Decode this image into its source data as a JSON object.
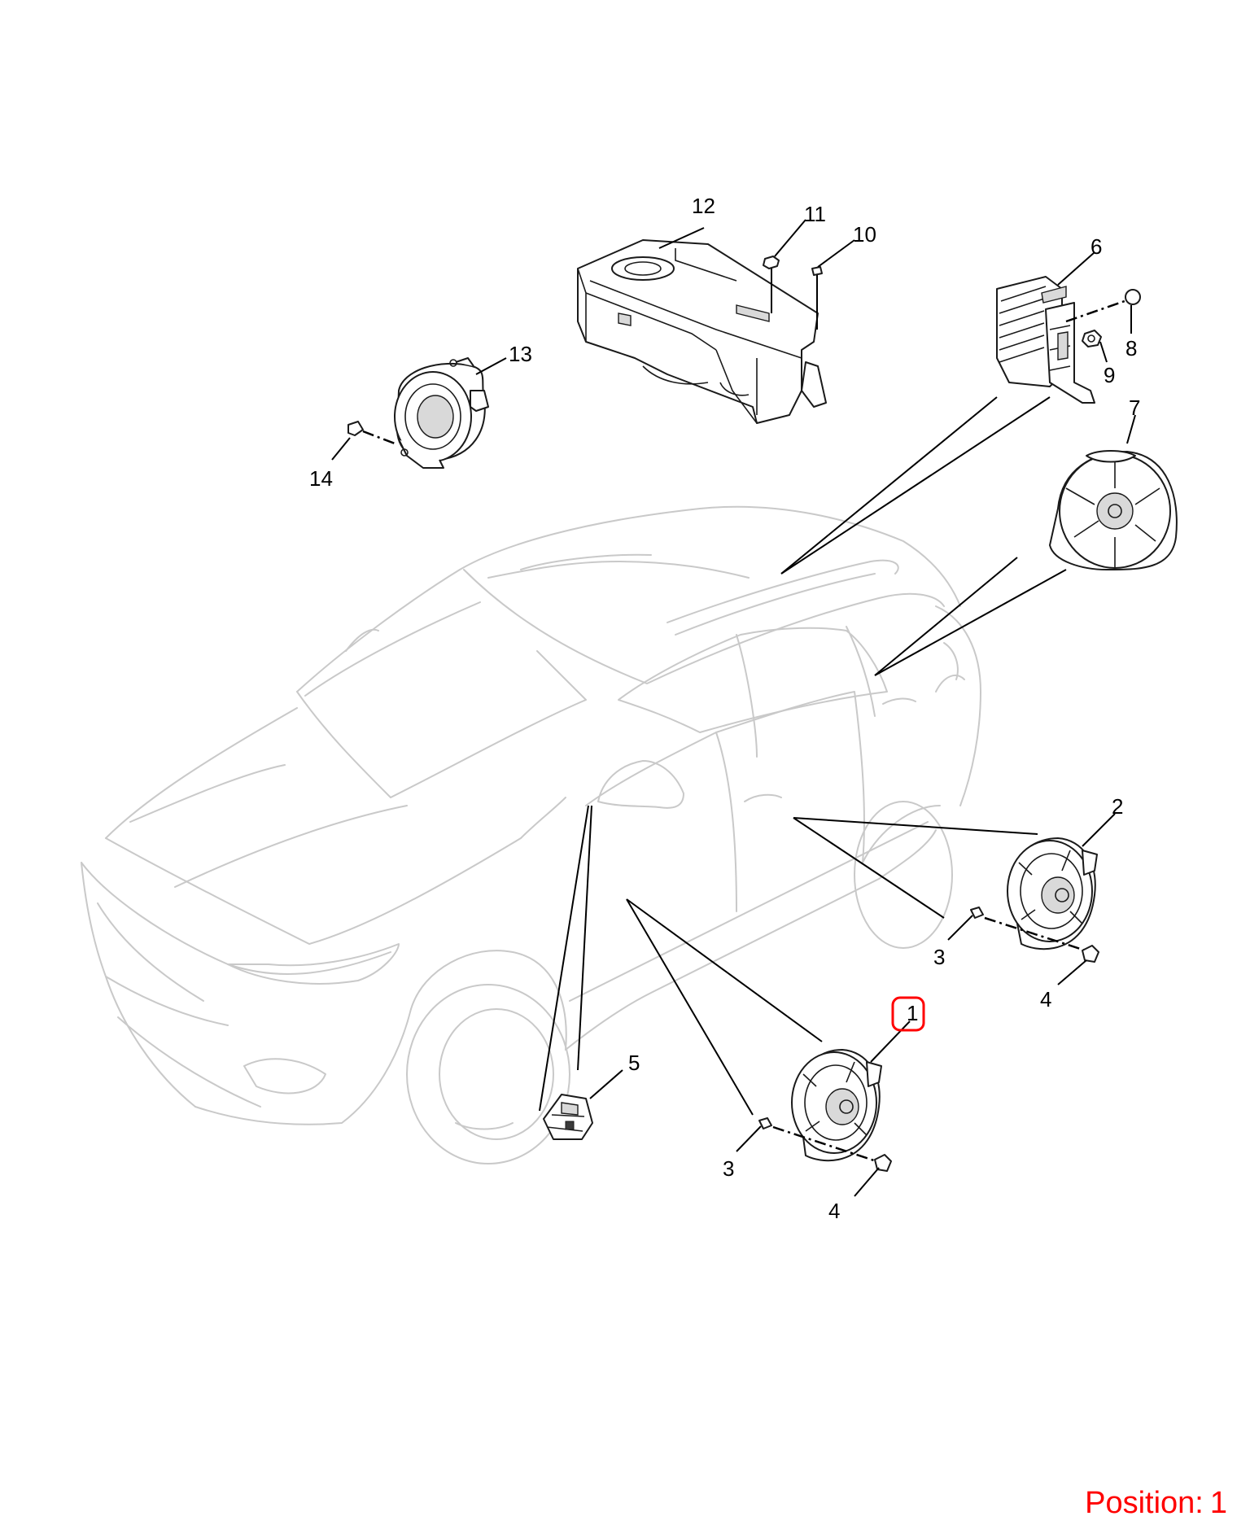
{
  "callouts": {
    "c1": "1",
    "c2": "2",
    "c3a": "3",
    "c3b": "3",
    "c4a": "4",
    "c4b": "4",
    "c5": "5",
    "c6": "6",
    "c7": "7",
    "c8": "8",
    "c9": "9",
    "c10": "10",
    "c11": "11",
    "c12": "12",
    "c13": "13",
    "c14": "14"
  },
  "highlight": {
    "callout": "1",
    "color": "#ff0000"
  },
  "position": {
    "label": "Position:",
    "value": "1"
  }
}
